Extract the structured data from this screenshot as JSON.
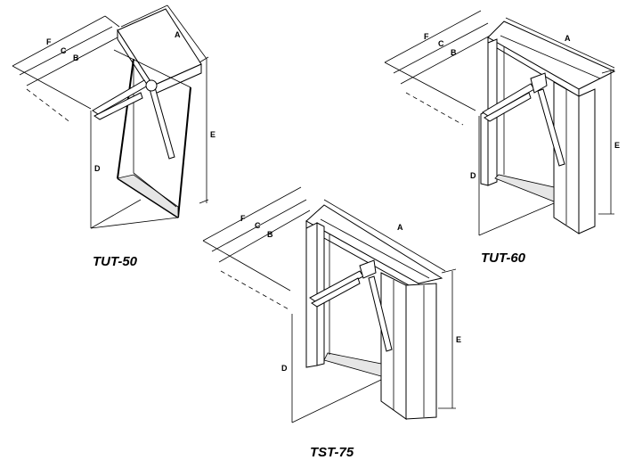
{
  "diagrams": [
    {
      "model": "TUT-50",
      "dimensions": [
        "A",
        "B",
        "C",
        "D",
        "E",
        "F"
      ]
    },
    {
      "model": "TUT-60",
      "dimensions": [
        "A",
        "B",
        "C",
        "D",
        "E",
        "F"
      ]
    },
    {
      "model": "TST-75",
      "dimensions": [
        "A",
        "B",
        "C",
        "D",
        "E",
        "F"
      ]
    }
  ]
}
